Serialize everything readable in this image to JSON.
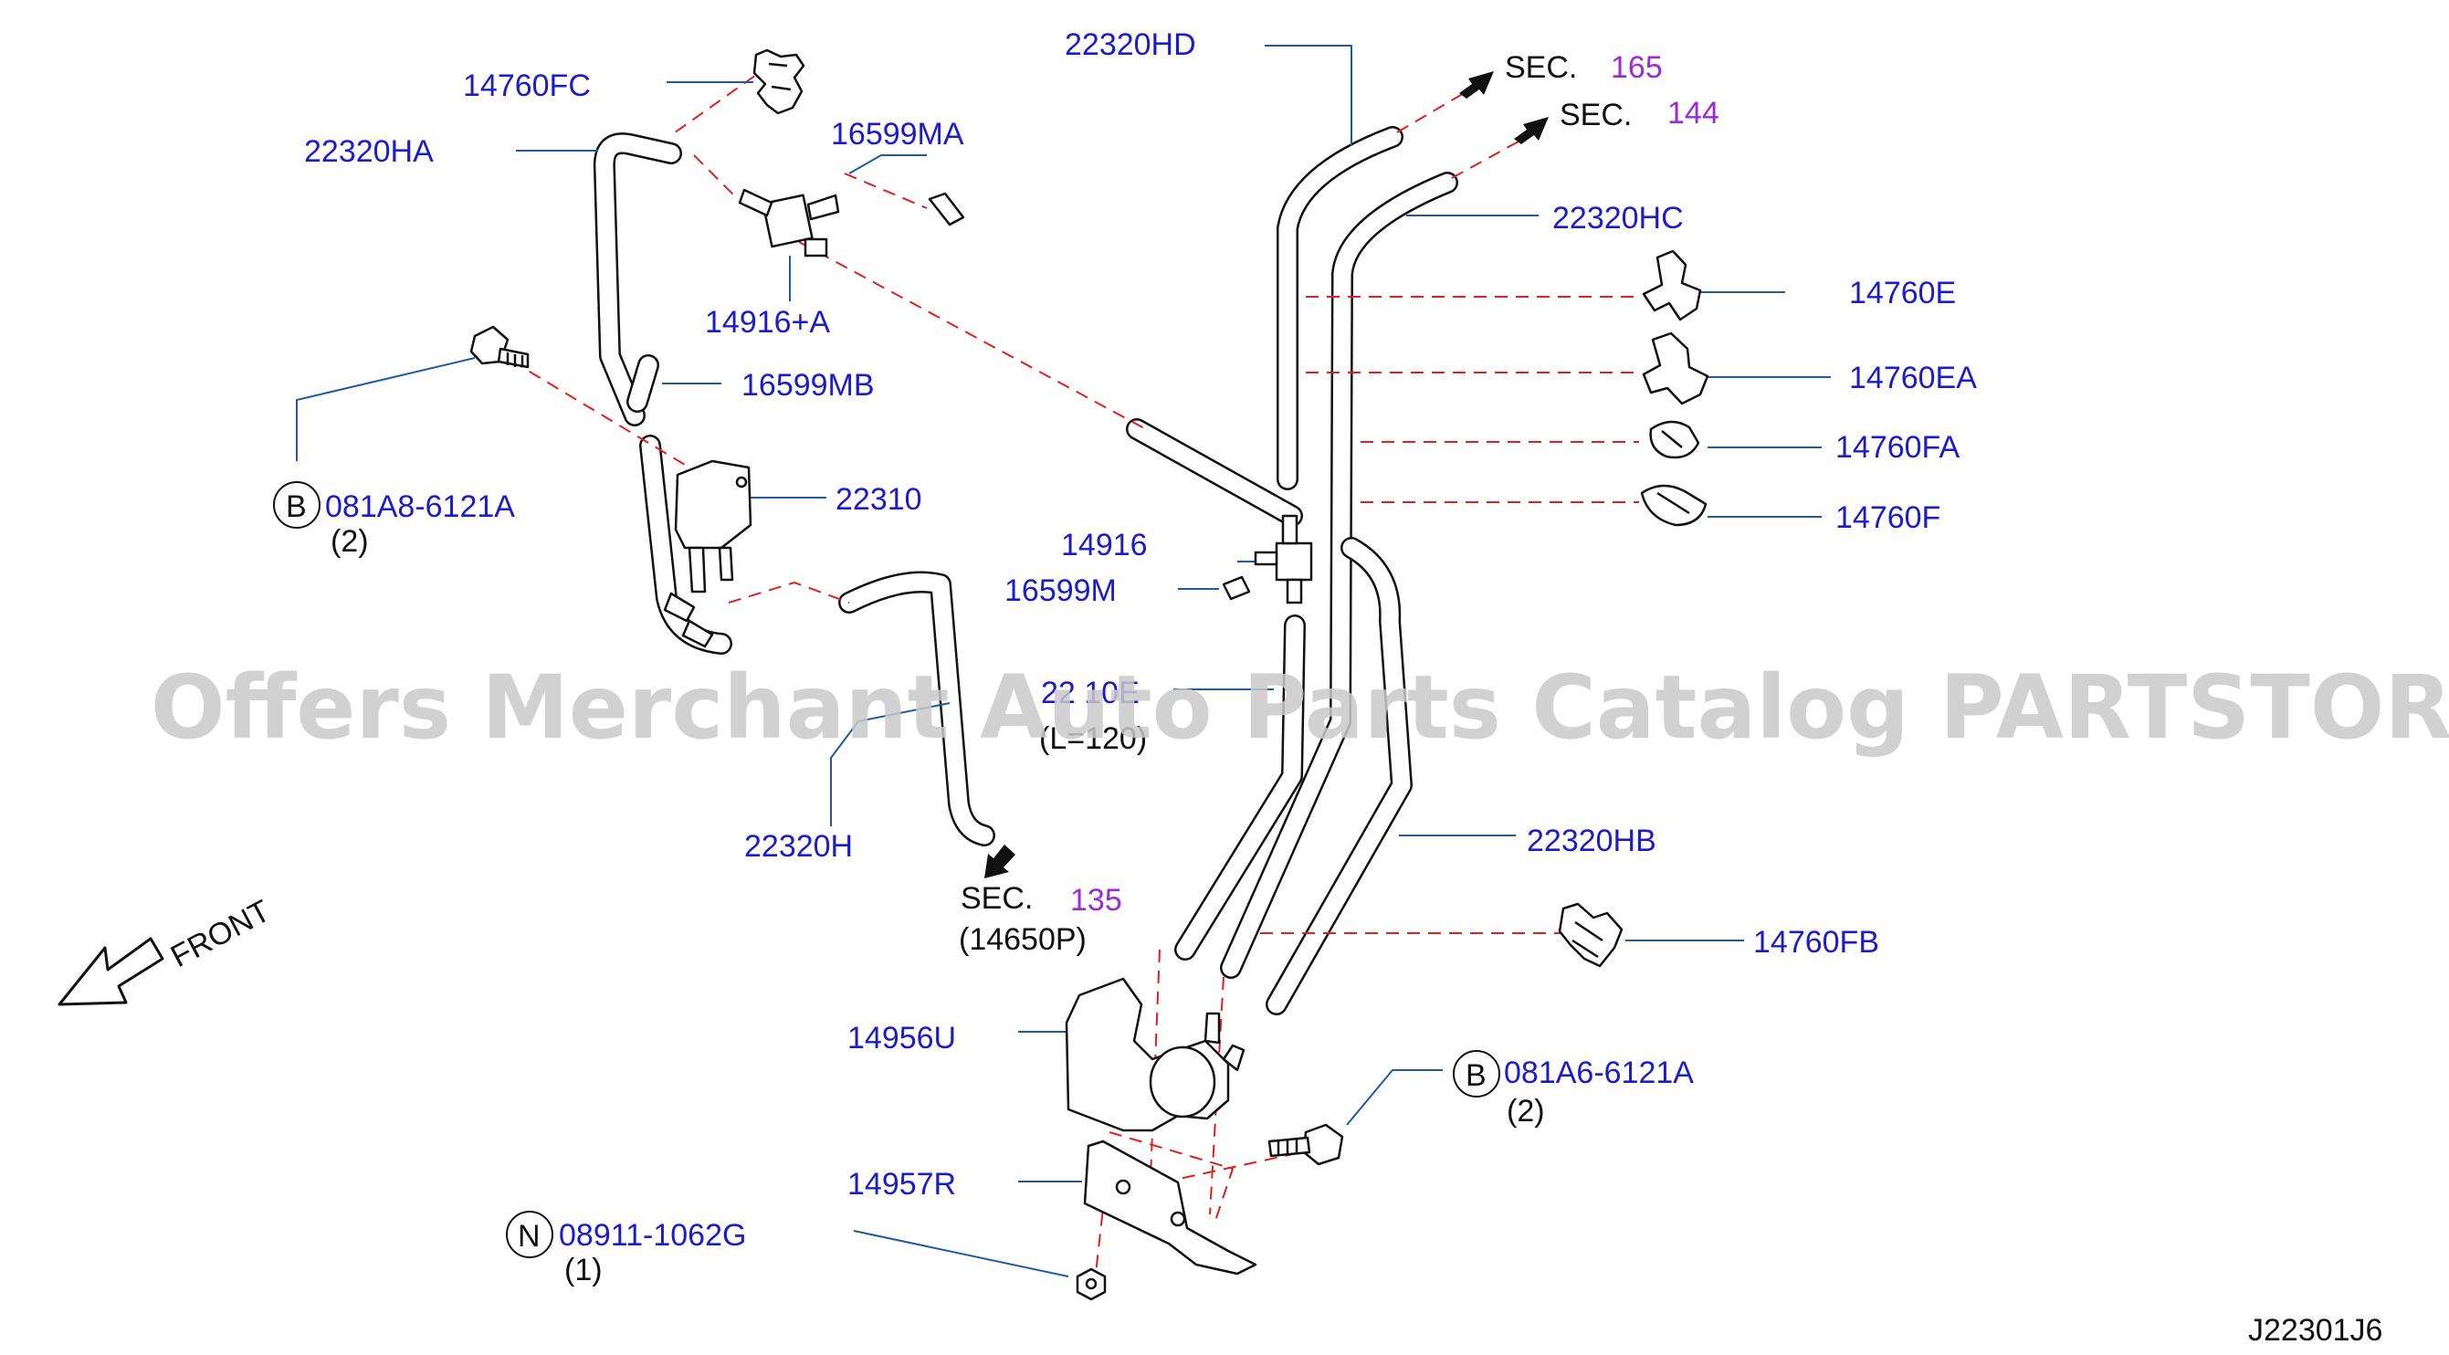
{
  "diagram_id": "J22301J6",
  "watermark": "Offers Merchant Auto Parts Catalog PARTSTORE.SA",
  "front_label": "FRONT",
  "parts": {
    "p14760FC": "14760FC",
    "p22320HA": "22320HA",
    "p16599MA": "16599MA",
    "p14916A": "14916+A",
    "p16599MB": "16599MB",
    "p081A8": "081A8-6121A",
    "p081A8_qty": "(2)",
    "p22310": "22310",
    "p14916": "14916",
    "p16599M": "16599M",
    "p22310E_partial": "22 10E",
    "p22310E_len": "(L=120)",
    "p22320H": "22320H",
    "p22320HD": "22320HD",
    "p22320HC": "22320HC",
    "p14760E": "14760E",
    "p14760EA": "14760EA",
    "p14760FA": "14760FA",
    "p14760F": "14760F",
    "p22320HB": "22320HB",
    "p14760FB": "14760FB",
    "p14956U": "14956U",
    "p081A6": "081A6-6121A",
    "p081A6_qty": "(2)",
    "p14957R": "14957R",
    "p08911": "08911-1062G",
    "p08911_qty": "(1)"
  },
  "badges": {
    "bolt_b": "B",
    "nut_n": "N"
  },
  "sections": {
    "sec_label": "SEC.",
    "sec165": "165",
    "sec144": "144",
    "sec135": "135",
    "sec135_ref": "(14650P)"
  },
  "colors": {
    "part_number": "#1c1cc8",
    "section_number": "#9a2bd6",
    "leader": "#1e5aa8",
    "dashed": "#e02020"
  }
}
